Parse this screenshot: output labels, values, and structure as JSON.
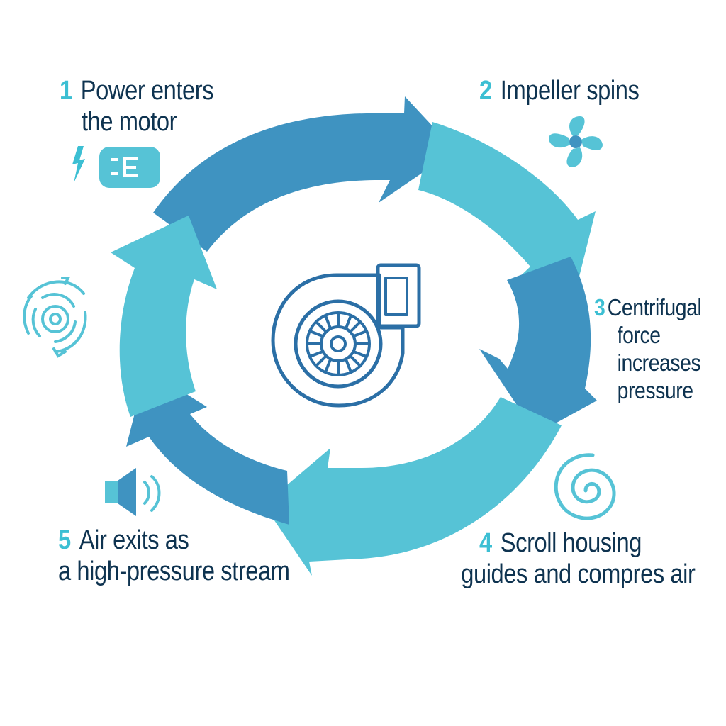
{
  "colors": {
    "dark_arrow": "#3f93c1",
    "light_arrow": "#56c3d6",
    "text": "#0e3350",
    "number": "#3cbfd3",
    "icon_dark": "#2b7fb0"
  },
  "steps": [
    {
      "number": "1",
      "line1": "Power enters",
      "line2": "the motor",
      "icons": [
        "lightning-icon",
        "motor-icon"
      ]
    },
    {
      "number": "2",
      "line1": "Impeller spins",
      "icons": [
        "fan-icon"
      ]
    },
    {
      "number": "3",
      "line1": "Centrifugal",
      "line2": "force",
      "line3": "increases",
      "line4": "pressure"
    },
    {
      "number": "4",
      "line1": "Scroll housing",
      "line2": "guides and compres air",
      "icons": [
        "spiral-icon"
      ]
    },
    {
      "number": "5",
      "line1": "Air exits as",
      "line2": "a high-pressure stream",
      "icons": [
        "speaker-icon"
      ]
    }
  ],
  "center": {
    "icon": "centrifugal-blower-icon"
  },
  "side_icon": "circular-flow-icon"
}
